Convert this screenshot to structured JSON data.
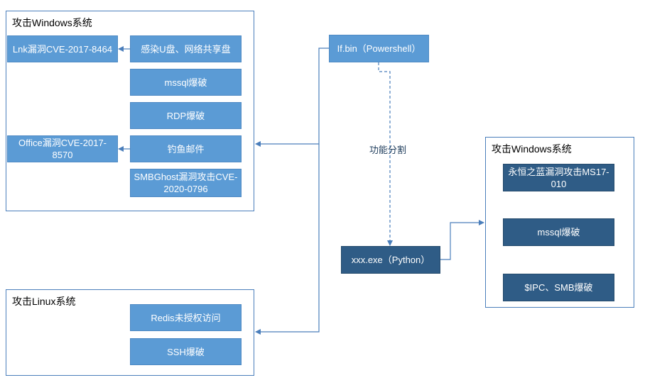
{
  "groups": {
    "win_left": {
      "title": "攻击Windows系统"
    },
    "linux": {
      "title": "攻击Linux系统"
    },
    "win_right": {
      "title": "攻击Windows系统"
    }
  },
  "nodes": {
    "lnk": "Lnk漏洞CVE-2017-8464",
    "usb": "感染U盘、网络共享盘",
    "mssql_left": "mssql爆破",
    "rdp": "RDP爆破",
    "phishing": "钓鱼邮件",
    "office": "Office漏洞CVE-2017-8570",
    "smbghost": "SMBGhost漏洞攻击CVE-2020-0796",
    "redis": "Redis未授权访问",
    "ssh": "SSH爆破",
    "ifbin": "If.bin（Powershell）",
    "xxx": "xxx.exe（Python）",
    "eternalblue": "永恒之蓝漏洞攻击MS17-010",
    "mssql_right": "mssql爆破",
    "ipc": "$IPC、SMB爆破"
  },
  "edge_label": "功能分割",
  "colors": {
    "light_box": "#5b9bd5",
    "dark_box": "#2f5c86",
    "line": "#4a7ebb"
  }
}
